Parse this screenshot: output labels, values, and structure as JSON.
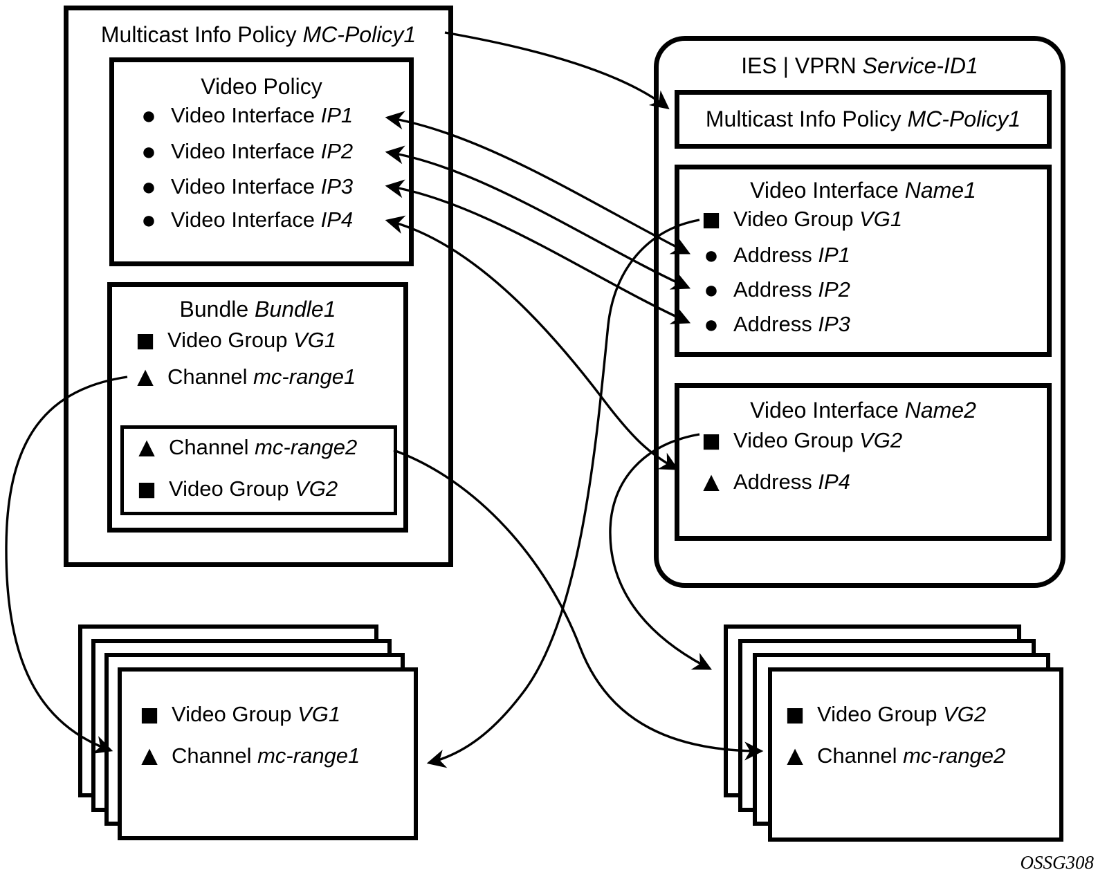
{
  "figure_code": "OSSG308",
  "colors": {
    "line": "#000000",
    "background": "#ffffff",
    "text": "#000000"
  },
  "policy_box": {
    "title": {
      "text": "Multicast Info Policy",
      "em": "MC-Policy1"
    },
    "video_policy": {
      "title": "Video Policy",
      "items": [
        {
          "marker": "circle",
          "text": "Video Interface",
          "em": "IP1"
        },
        {
          "marker": "circle",
          "text": "Video Interface",
          "em": "IP2"
        },
        {
          "marker": "circle",
          "text": "Video Interface",
          "em": "IP3"
        },
        {
          "marker": "circle",
          "text": "Video Interface",
          "em": "IP4"
        }
      ]
    },
    "bundle": {
      "title": {
        "text": "Bundle",
        "em": "Bundle1"
      },
      "items": [
        {
          "marker": "square",
          "text": "Video Group",
          "em": "VG1"
        },
        {
          "marker": "triangle",
          "text": "Channel",
          "em": "mc-range1"
        }
      ],
      "override_box": {
        "items": [
          {
            "marker": "triangle",
            "text": "Channel",
            "em": "mc-range2"
          },
          {
            "marker": "square",
            "text": "Video Group",
            "em": "VG2"
          }
        ]
      }
    }
  },
  "service_box": {
    "title": {
      "text": "IES | VPRN",
      "em": "Service-ID1"
    },
    "policy_ref": {
      "text": "Multicast Info Policy",
      "em": "MC-Policy1"
    },
    "video_interface_1": {
      "title": {
        "text": "Video Interface",
        "em": "Name1"
      },
      "items": [
        {
          "marker": "square",
          "text": "Video Group",
          "em": "VG1"
        },
        {
          "marker": "circle",
          "text": "Address",
          "em": "IP1"
        },
        {
          "marker": "circle",
          "text": "Address",
          "em": "IP2"
        },
        {
          "marker": "circle",
          "text": "Address",
          "em": "IP3"
        }
      ]
    },
    "video_interface_2": {
      "title": {
        "text": "Video Interface",
        "em": "Name2"
      },
      "items": [
        {
          "marker": "square",
          "text": "Video Group",
          "em": "VG2"
        },
        {
          "marker": "triangle",
          "text": "Address",
          "em": "IP4"
        }
      ]
    }
  },
  "video_group_stack_1": {
    "items": [
      {
        "marker": "square",
        "text": "Video Group",
        "em": "VG1"
      },
      {
        "marker": "triangle",
        "text": "Channel",
        "em": "mc-range1"
      }
    ]
  },
  "video_group_stack_2": {
    "items": [
      {
        "marker": "square",
        "text": "Video Group",
        "em": "VG2"
      },
      {
        "marker": "triangle",
        "text": "Channel",
        "em": "mc-range2"
      }
    ]
  },
  "connections": [
    {
      "from": "Multicast Info Policy MC-Policy1 (policy box title)",
      "to": "Multicast Info Policy MC-Policy1 (service)",
      "heads": "end"
    },
    {
      "from": "Video Interface IP1",
      "to": "Address IP1",
      "heads": "both"
    },
    {
      "from": "Video Interface IP2",
      "to": "Address IP2",
      "heads": "both"
    },
    {
      "from": "Video Interface IP3",
      "to": "Address IP3",
      "heads": "both"
    },
    {
      "from": "Video Interface IP4",
      "to": "Address IP4",
      "heads": "both"
    },
    {
      "from": "Video Group VG1 (Video Interface Name1)",
      "to": "Video Group VG1 stack",
      "heads": "end"
    },
    {
      "from": "Video Group VG2 (Video Interface Name2)",
      "to": "Video Group VG2 stack",
      "heads": "end"
    },
    {
      "from": "Channel mc-range1 (Bundle Bundle1)",
      "to": "Channel mc-range1 stack",
      "heads": "end"
    },
    {
      "from": "Channel mc-range2 (Bundle Bundle1 override)",
      "to": "Channel mc-range2 stack",
      "heads": "end"
    }
  ]
}
